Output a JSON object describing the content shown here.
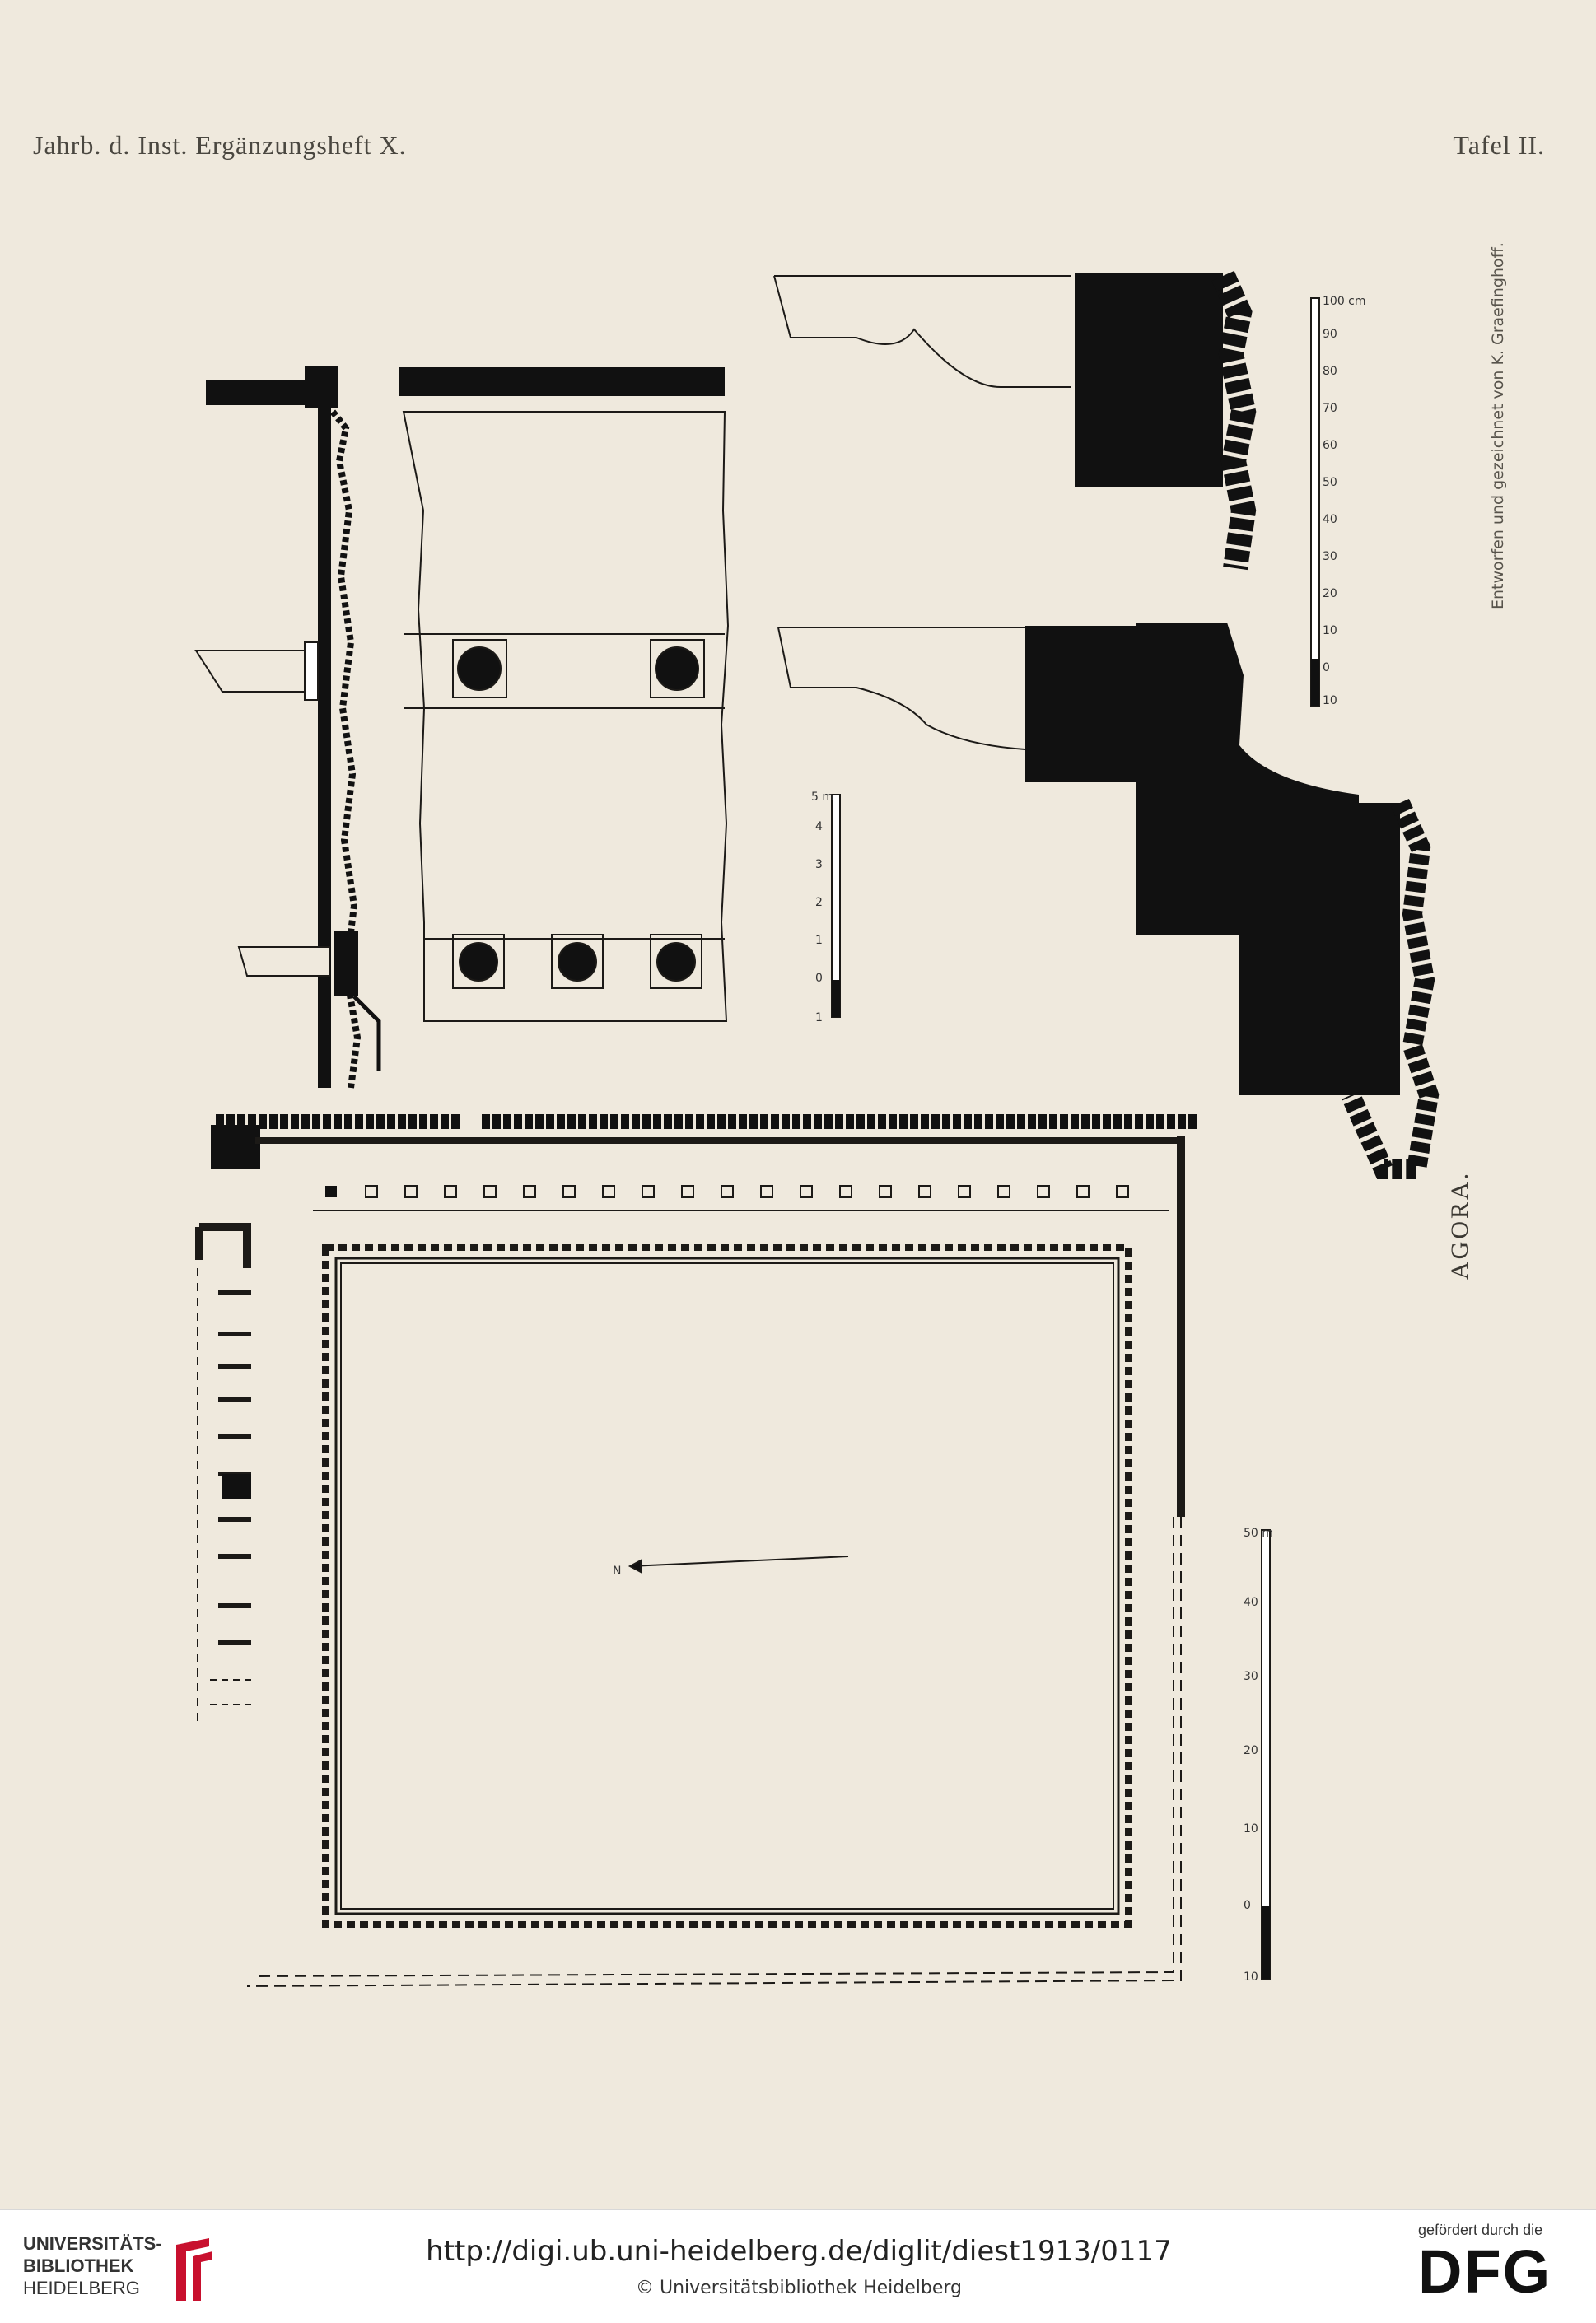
{
  "header": {
    "left": "Jahrb. d. Inst.   Ergänzungsheft X.",
    "right": "Tafel II."
  },
  "credit": "Entworfen und gezeichnet von K. Graefinghoff.",
  "plate_title": "AGORA.",
  "north_label": "N",
  "scales": {
    "cm": {
      "unit": "100 cm",
      "ticks": [
        "10",
        "0",
        "10",
        "20",
        "30",
        "40",
        "50",
        "60",
        "70",
        "80",
        "90"
      ]
    },
    "m5": {
      "unit": "5 m",
      "ticks": [
        "1",
        "0",
        "1",
        "2",
        "3",
        "4"
      ]
    },
    "m50": {
      "unit": "50 m",
      "ticks": [
        "10",
        "0",
        "10",
        "20",
        "30",
        "40"
      ]
    }
  },
  "footer": {
    "ub_line1": "UNIVERSITÄTS-",
    "ub_line2": "BIBLIOTHEK",
    "ub_line3": "HEIDELBERG",
    "url": "http://digi.ub.uni-heidelberg.de/diglit/diest1913/0117",
    "copyright": "© Universitätsbibliothek Heidelberg",
    "dfg_sub": "gefördert durch die",
    "dfg_logo": "DFG"
  }
}
